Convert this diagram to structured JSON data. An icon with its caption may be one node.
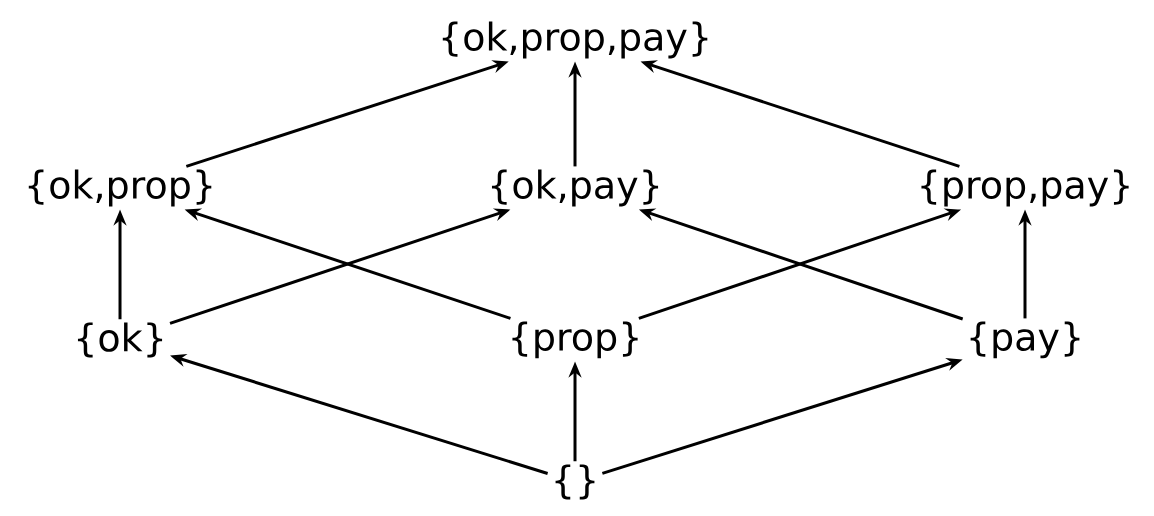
{
  "diagram": {
    "nodes": [
      {
        "text": [
          "{ok,prop,pay}"
        ]
      },
      {
        "text": [
          "{ok,prop}"
        ]
      },
      {
        "text": [
          "{ok,pay}"
        ]
      },
      {
        "text": [
          "{prop,pay}"
        ]
      },
      {
        "text": [
          "{ok}"
        ]
      },
      {
        "text": [
          "{prop}"
        ]
      },
      {
        "text": [
          "{pay}"
        ]
      },
      {
        "text": [
          "{}"
        ]
      }
    ],
    "edges": [
      {
        "from": 7,
        "to": 4,
        "arrow": "to"
      },
      {
        "from": 7,
        "to": 5,
        "arrow": "to"
      },
      {
        "from": 7,
        "to": 6,
        "arrow": "to"
      },
      {
        "from": 4,
        "to": 1,
        "arrow": "to"
      },
      {
        "from": 4,
        "to": 2,
        "arrow": "to"
      },
      {
        "from": 5,
        "to": 1,
        "arrow": "to"
      },
      {
        "from": 5,
        "to": 3,
        "arrow": "to"
      },
      {
        "from": 6,
        "to": 2,
        "arrow": "to"
      },
      {
        "from": 6,
        "to": 3,
        "arrow": "to"
      },
      {
        "from": 1,
        "to": 0,
        "arrow": "to"
      },
      {
        "from": 2,
        "to": 0,
        "arrow": "to"
      },
      {
        "from": 3,
        "to": 0,
        "arrow": "to"
      }
    ]
  }
}
